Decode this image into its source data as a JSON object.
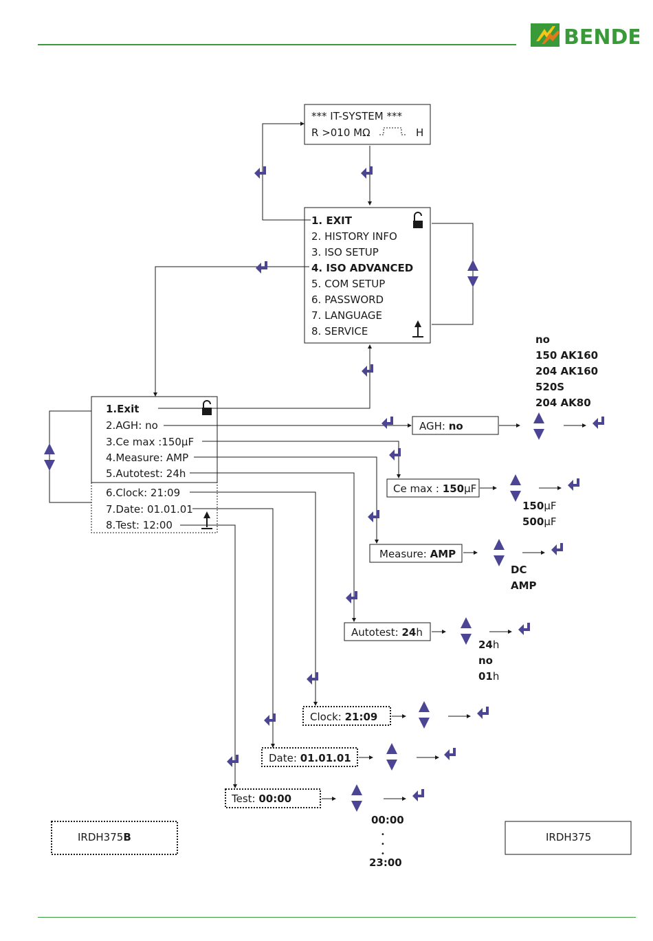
{
  "header": {
    "brand": "BENDER",
    "brand_color": "#3a9a3a",
    "accent_color": "#4b4594"
  },
  "display": {
    "line1": "*** IT-SYSTEM ***",
    "line2_value": "R >010 MΩ",
    "line2_suffix": "H"
  },
  "main_menu": {
    "items": [
      {
        "num": "1.",
        "label": "EXIT",
        "bold": true
      },
      {
        "num": "2.",
        "label": "HISTORY INFO",
        "bold": false
      },
      {
        "num": "3.",
        "label": "ISO SETUP",
        "bold": false
      },
      {
        "num": "4.",
        "label": "ISO ADVANCED",
        "bold": true
      },
      {
        "num": "5.",
        "label": "COM SETUP",
        "bold": false
      },
      {
        "num": "6.",
        "label": "PASSWORD",
        "bold": false
      },
      {
        "num": "7.",
        "label": "LANGUAGE",
        "bold": false
      },
      {
        "num": "8.",
        "label": "SERVICE",
        "bold": false
      }
    ]
  },
  "sub_menu": {
    "items": [
      {
        "num": "1.",
        "label": "Exit",
        "value": "",
        "bold": true
      },
      {
        "num": "2.",
        "label": "AGH:",
        "value": "no",
        "bold": false
      },
      {
        "num": "3.",
        "label": "Ce max  :",
        "value": "150μF",
        "bold": false
      },
      {
        "num": "4.",
        "label": "Measure:",
        "value": "AMP",
        "bold": false
      },
      {
        "num": "5.",
        "label": "Autotest:",
        "value": "24h",
        "bold": false
      },
      {
        "num": "6.",
        "label": "Clock:",
        "value": "21:09",
        "bold": false
      },
      {
        "num": "7.",
        "label": "Date:",
        "value": "01.01.01",
        "bold": false
      },
      {
        "num": "8.",
        "label": "Test:",
        "value": "12:00",
        "bold": false
      }
    ]
  },
  "params": {
    "agh": {
      "label": "AGH:",
      "value": "no",
      "options": [
        "no",
        "150 AK160",
        "204 AK160",
        "520S",
        "204 AK80"
      ]
    },
    "cemax": {
      "label": "Ce max :",
      "value": "150",
      "unit": "μF",
      "options": [
        {
          "v": "150",
          "u": "μF"
        },
        {
          "v": "500",
          "u": "μF"
        }
      ]
    },
    "measure": {
      "label": "Measure:",
      "value": "AMP",
      "options": [
        "DC",
        "AMP"
      ]
    },
    "autotest": {
      "label": "Autotest:",
      "value": "24",
      "unit": "h",
      "options": [
        {
          "v": "24",
          "u": "h"
        },
        {
          "v": "no",
          "u": ""
        },
        {
          "v": "01",
          "u": "h"
        }
      ]
    },
    "clock": {
      "label": "Clock:",
      "value": "21:09"
    },
    "date": {
      "label": "Date:",
      "value": "01.01.01"
    },
    "test": {
      "label": "Test:",
      "value": "00:00",
      "range_start": "00:00",
      "range_dots": "•",
      "range_end": "23:00"
    }
  },
  "variants": {
    "left_prefix": "IRDH375",
    "left_suffix": "B",
    "right": "IRDH375"
  }
}
